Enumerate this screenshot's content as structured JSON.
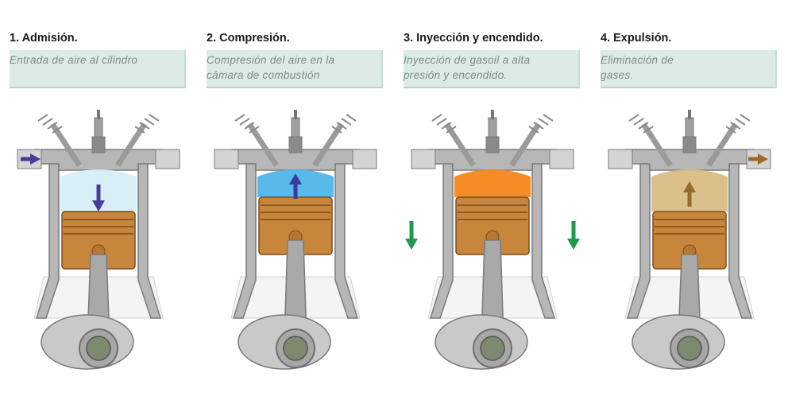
{
  "steps": [
    {
      "title": "1.  Admisión.",
      "description": "Entrada de aire al cilindro",
      "chamber_color": "#d7eef8",
      "arrow_color": "#4a3b9a",
      "arrow": "down-intake"
    },
    {
      "title": "2.  Compresión.",
      "description": "Compresión del aire en la\ncámara de combustión",
      "chamber_color": "#4fb6ea",
      "arrow_color": "#3c3aa0",
      "arrow": "up"
    },
    {
      "title": "3. Inyección y encendido.",
      "description": "Inyección de gasoil a alta\npresión y encendido.",
      "chamber_color": "#f5861a",
      "arrow_color": "#1f9a4b",
      "arrow": "down-sides"
    },
    {
      "title": "4.  Expulsión.",
      "description": "Eliminación de\ngases.",
      "chamber_color": "#d8bd85",
      "arrow_color": "#9a6a2a",
      "arrow": "up-exhaust"
    }
  ],
  "colors": {
    "metal": "#b7b7b7",
    "metal_dark": "#7a7a7a",
    "piston": "#c8863c",
    "piston_ring": "#8a5a22",
    "rod": "#a9a9a9",
    "crank_bg": "#f4f4f4",
    "desc_bg": "#dcebe6"
  }
}
